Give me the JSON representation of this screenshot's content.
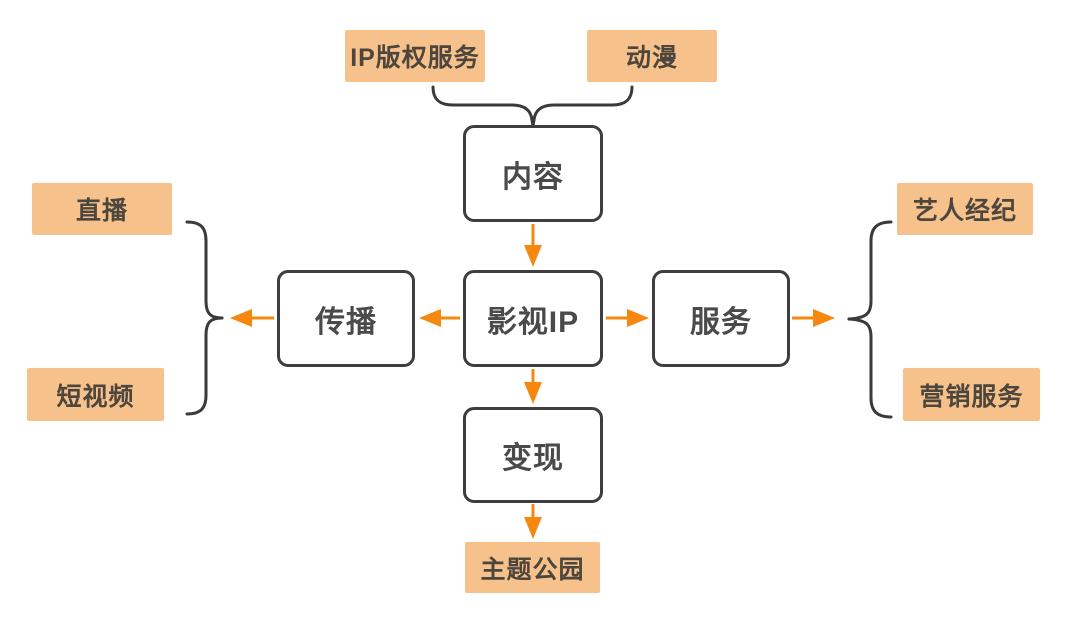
{
  "diagram": {
    "title_implicit": "影视IP生态图",
    "center_node": "影视IP",
    "nodes": {
      "content": {
        "label": "内容"
      },
      "film_ip": {
        "label": "影视IP"
      },
      "spread": {
        "label": "传播"
      },
      "service": {
        "label": "服务"
      },
      "monetize": {
        "label": "变现"
      }
    },
    "leaves": {
      "ip_copyright_service": {
        "label": "IP版权服务"
      },
      "anime": {
        "label": "动漫"
      },
      "live_streaming": {
        "label": "直播"
      },
      "short_video": {
        "label": "短视频"
      },
      "artist_agency": {
        "label": "艺人经纪"
      },
      "marketing_service": {
        "label": "营销服务"
      },
      "theme_park": {
        "label": "主题公园"
      }
    },
    "relations": [
      "IP版权服务 + 动漫 } 内容",
      "内容 → 影视IP",
      "影视IP → 传播",
      "传播 → { 直播, 短视频 }",
      "影视IP → 服务",
      "服务 → { 艺人经纪, 营销服务 }",
      "影视IP → 变现",
      "变现 → 主题公园"
    ]
  },
  "colors": {
    "canvas_bg": "#ffffff",
    "node_border": "#3e3e3e",
    "node_text": "#4a4a4a",
    "leaf_bg": "#f7c18c",
    "leaf_text": "#4d463d",
    "arrow": "#f6870f",
    "brace": "#3a3a3a"
  }
}
